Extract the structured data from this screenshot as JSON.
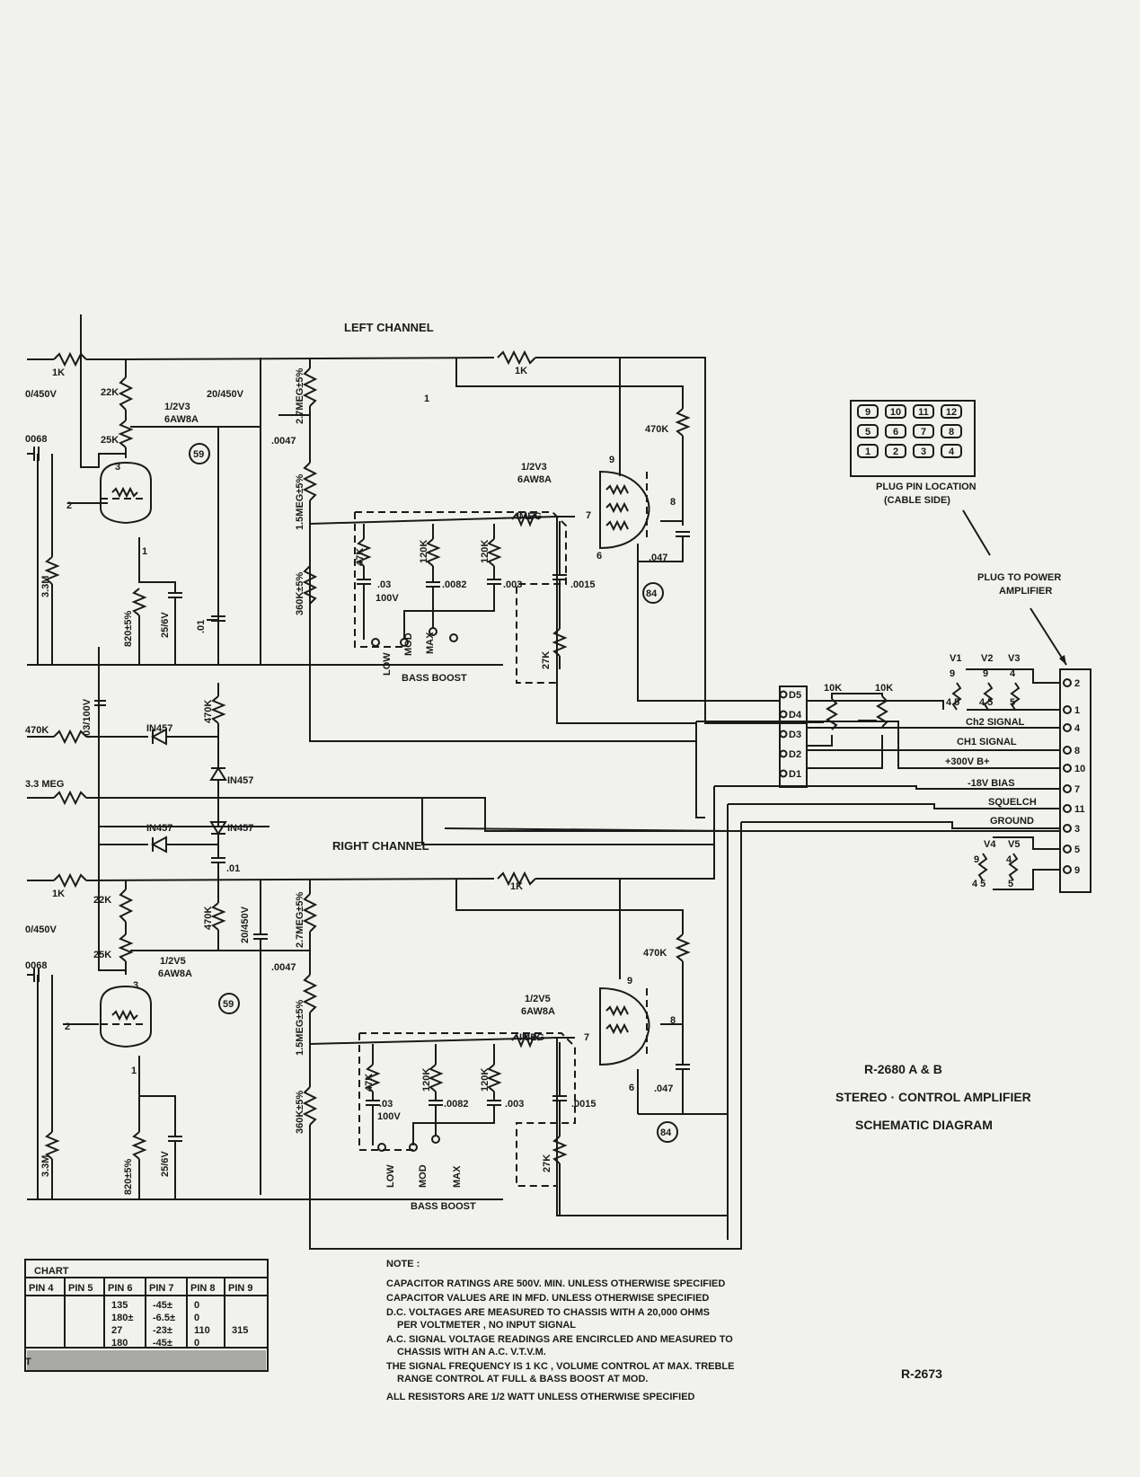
{
  "title": {
    "code": "R-2680 A & B",
    "line1": "STEREO · CONTROL AMPLIFIER",
    "line2": "SCHEMATIC DIAGRAM",
    "drawing_no": "R-2673"
  },
  "sections": {
    "left": "LEFT CHANNEL",
    "right": "RIGHT CHANNEL"
  },
  "plug": {
    "pins": [
      "9",
      "10",
      "11",
      "12",
      "5",
      "6",
      "7",
      "8",
      "1",
      "2",
      "3",
      "4"
    ],
    "caption1": "PLUG PIN LOCATION",
    "caption2": "(CABLE SIDE)",
    "to_power1": "PLUG TO POWER",
    "to_power2": "AMPLIFIER"
  },
  "connector": {
    "pins": [
      "2",
      "1",
      "4",
      "8",
      "10",
      "7",
      "11",
      "3",
      "5",
      "9"
    ],
    "signals": [
      "Ch2 SIGNAL",
      "CH1 SIGNAL",
      "+300V B+",
      "-18V BIAS",
      "SQUELCH",
      "GROUND"
    ],
    "heaters_top": [
      "V1",
      "V2",
      "V3"
    ],
    "heaters_bottom": [
      "V4",
      "V5"
    ],
    "heater_pins": [
      "9",
      "9",
      "4",
      "4 5",
      "4 5",
      "5",
      "9",
      "4",
      "4 5",
      "5"
    ]
  },
  "dpins": [
    "D5",
    "D4",
    "D3",
    "D2",
    "D1"
  ],
  "pots": [
    "10K",
    "10K"
  ],
  "left": {
    "parts": [
      "1K",
      "22K",
      "25K",
      "0/450V",
      "0068",
      "3.3M",
      "820±5%",
      "25/6V",
      ".01",
      "20/450V",
      "2.7MEG±5%",
      ".0047",
      "1.5MEG±5%",
      "360K±5%",
      "1K",
      "470K",
      "1/2V3",
      "6AW8A",
      "1/2V3",
      "6AW8A",
      "IMEG",
      "47K",
      "120K",
      "120K",
      ".03",
      "100V",
      ".0082",
      ".003",
      ".0015",
      "27K",
      ".047",
      "470K"
    ],
    "signals": [
      "59",
      "84"
    ],
    "pins": [
      "3",
      "2",
      "1",
      "9",
      "7",
      "8",
      "6"
    ],
    "switch": [
      "LOW",
      "MOD",
      "MAX"
    ],
    "switch_label": "BASS BOOST"
  },
  "right": {
    "parts": [
      "1K",
      "22K",
      "25K",
      "0/450V",
      "0068",
      "3.3M",
      "820±5%",
      "25/6V",
      "470K",
      "20/450V",
      "2.7MEG±5%",
      ".0047",
      "1.5MEG±5%",
      "360K±5%",
      "1K",
      "470K",
      "1/2V5",
      "6AW8A",
      "1/2V5",
      "6AW8A",
      "IMEG",
      "47K",
      "120K",
      "120K",
      ".03",
      "100V",
      ".0082",
      ".003",
      ".0015",
      "27K",
      ".047",
      ".01"
    ],
    "signals": [
      "59",
      "84"
    ],
    "pins": [
      "3",
      "2",
      "1",
      "9",
      "7",
      "8",
      "6"
    ],
    "switch": [
      "LOW",
      "MOD",
      "MAX"
    ],
    "switch_label": "BASS BOOST"
  },
  "middle": {
    "diodes": [
      "IN457",
      "IN457",
      "IN457",
      "IN457"
    ],
    "parts": [
      "470K",
      "3.3 MEG",
      "470K",
      ".03/100V"
    ]
  },
  "chart": {
    "title": "CHART",
    "headers": [
      "PIN 4",
      "PIN 5",
      "PIN 6",
      "PIN 7",
      "PIN 8",
      "PIN 9"
    ],
    "rows": [
      [
        "",
        "",
        "135",
        "-45±",
        "0",
        ""
      ],
      [
        "",
        "",
        "180±",
        "-6.5±",
        "0",
        ""
      ],
      [
        "",
        "",
        "27",
        "-23±",
        "110",
        "315"
      ],
      [
        "",
        "",
        "180",
        "-45±",
        "0",
        ""
      ]
    ]
  },
  "notes": {
    "heading": "NOTE :",
    "lines": [
      "CAPACITOR RATINGS ARE 500V. MIN. UNLESS OTHERWISE SPECIFIED",
      "CAPACITOR VALUES ARE IN MFD. UNLESS OTHERWISE SPECIFIED",
      "D.C. VOLTAGES ARE MEASURED TO CHASSIS WITH A 20,000 OHMS",
      "PER VOLTMETER , NO INPUT SIGNAL",
      "A.C. SIGNAL VOLTAGE READINGS ARE ENCIRCLED AND MEASURED TO",
      "CHASSIS WITH AN A.C. V.T.V.M.",
      "THE SIGNAL FREQUENCY IS 1 KC , VOLUME CONTROL AT MAX. TREBLE",
      "RANGE CONTROL AT FULL & BASS BOOST AT MOD.",
      "ALL RESISTORS ARE 1/2 WATT UNLESS OTHERWISE SPECIFIED"
    ]
  },
  "margin_labels": [
    "470K",
    "3.3 MEG",
    "T",
    "1"
  ]
}
